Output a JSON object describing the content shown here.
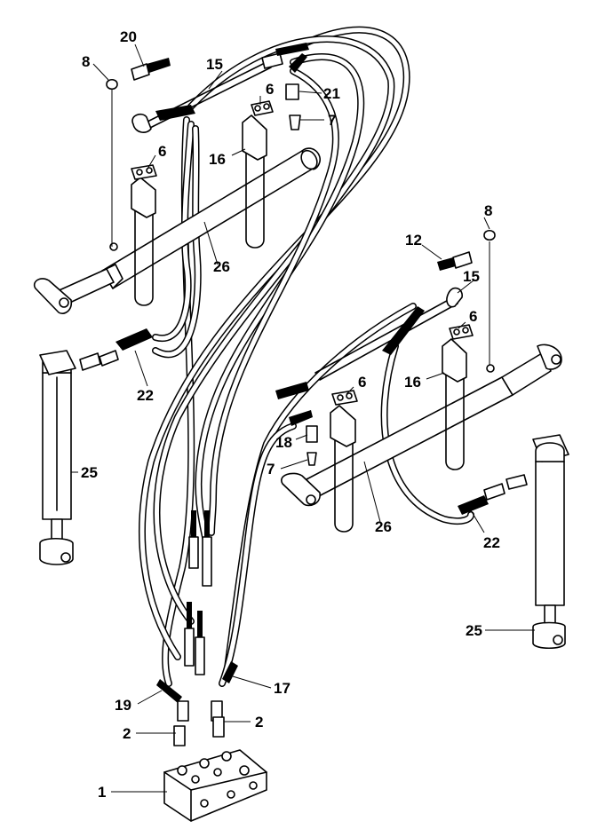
{
  "labels": {
    "l1": "1",
    "l2a": "2",
    "l2b": "2",
    "l6a": "6",
    "l6b": "6",
    "l6c": "6",
    "l6d": "6",
    "l7a": "7",
    "l7b": "7",
    "l8a": "8",
    "l8b": "8",
    "l12": "12",
    "l15a": "15",
    "l15b": "15",
    "l16a": "16",
    "l16b": "16",
    "l17": "17",
    "l18": "18",
    "l19": "19",
    "l20": "20",
    "l21": "21",
    "l22a": "22",
    "l22b": "22",
    "l25a": "25",
    "l25b": "25",
    "l26a": "26",
    "l26b": "26"
  }
}
